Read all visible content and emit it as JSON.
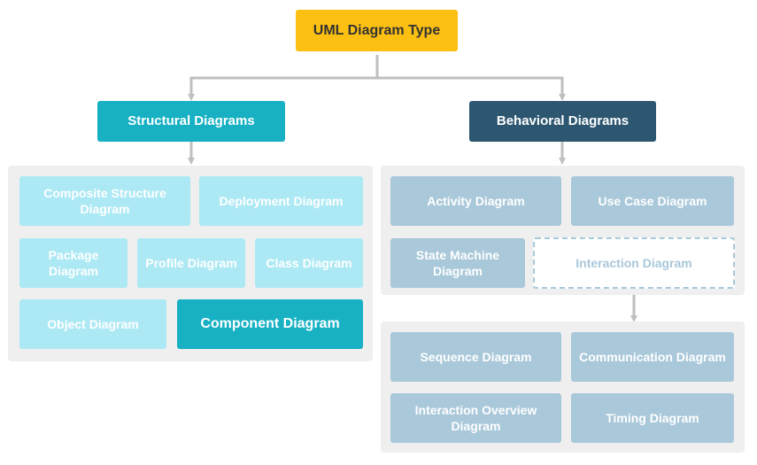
{
  "colors": {
    "root": "#fcc012",
    "structural": "#17b1c3",
    "behavioral": "#2d5771",
    "structural_item": "#ace9f4",
    "behavioral_item": "#a9c8da",
    "connector": "#bfbfbf"
  },
  "root": {
    "label": "UML Diagram Type"
  },
  "structural": {
    "label": "Structural Diagrams",
    "items": {
      "composite": "Composite Structure Diagram",
      "deployment": "Deployment Diagram",
      "package": "Package Diagram",
      "profile": "Profile Diagram",
      "class": "Class Diagram",
      "object": "Object Diagram",
      "component": "Component Diagram"
    }
  },
  "behavioral": {
    "label": "Behavioral Diagrams",
    "items": {
      "activity": "Activity Diagram",
      "use_case": "Use Case Diagram",
      "state_machine": "State Machine Diagram",
      "interaction": "Interaction Diagram"
    }
  },
  "interaction": {
    "items": {
      "sequence": "Sequence Diagram",
      "communication": "Communication Diagram",
      "overview": "Interaction Overview Diagram",
      "timing": "Timing Diagram"
    }
  }
}
